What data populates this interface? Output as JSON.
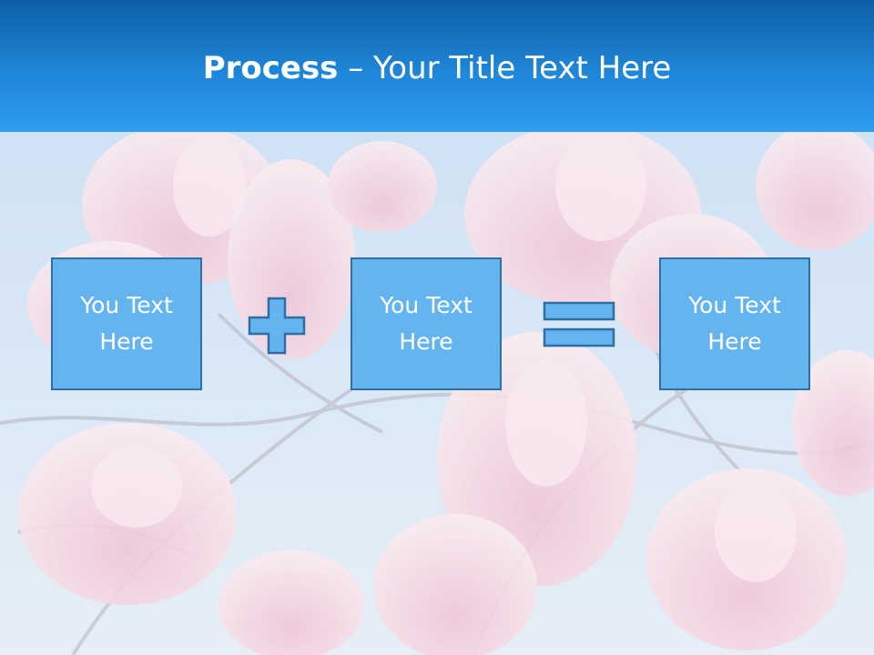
{
  "slide": {
    "title_bold": "Process",
    "title_rest": " – Your Title Text Here"
  },
  "boxes": [
    {
      "text": "You Text\nHere"
    },
    {
      "text": "You Text\nHere"
    },
    {
      "text": "You Text\nHere"
    }
  ],
  "operators": [
    "plus-icon",
    "equals-icon"
  ],
  "colors": {
    "header_top": "#0e5fa6",
    "header_bottom": "#2e9cf0",
    "box_fill": "#64b4f0",
    "box_border": "#2f6fa3",
    "text": "#ffffff"
  }
}
